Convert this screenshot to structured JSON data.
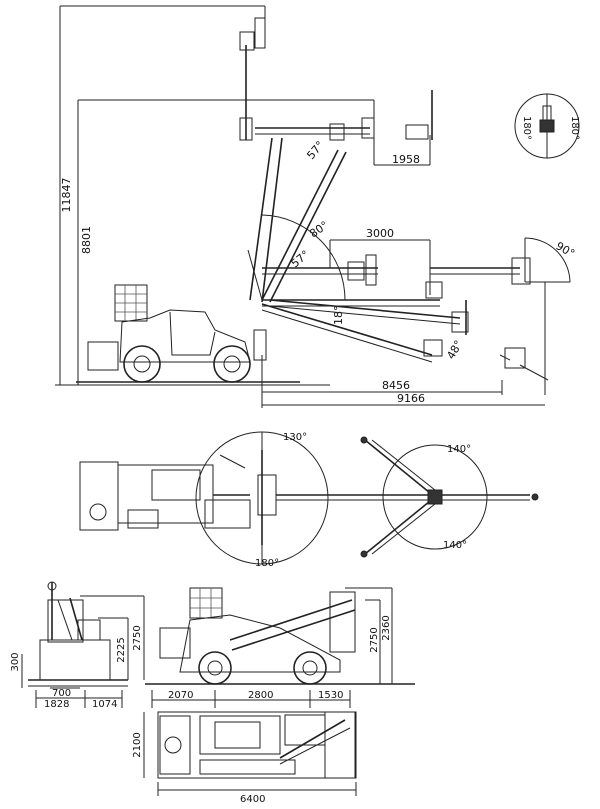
{
  "elevation_view": {
    "dim_height_total": "11847",
    "dim_height_platform": "8801",
    "dim_top_outreach": "1958",
    "dim_mid_outreach": "3000",
    "dim_outreach_a": "8456",
    "dim_outreach_b": "9166",
    "angle_jib_upper": "57°",
    "angle_boom": "80°",
    "angle_jib_mid": "57°",
    "angle_low": "18°",
    "angle_basket_low": "48°",
    "angle_basket_right": "90°",
    "rotation_left": "180°",
    "rotation_right": "180°"
  },
  "plan_view": {
    "angle_top": "130°",
    "angle_bottom": "180°",
    "angle_right_top": "140°",
    "angle_right_bottom": "140°"
  },
  "front_view": {
    "dim_ground": "300",
    "dim_track_small": "700",
    "dim_width_a": "1828",
    "dim_width_b": "1074",
    "dim_height_a": "2225",
    "dim_height_b": "2750"
  },
  "side_view": {
    "dim_front": "2070",
    "dim_wheelbase": "2800",
    "dim_rear": "1530",
    "dim_height_a": "2750",
    "dim_height_b": "2360"
  },
  "bottom_plan": {
    "dim_width": "2100",
    "dim_length": "6400"
  }
}
